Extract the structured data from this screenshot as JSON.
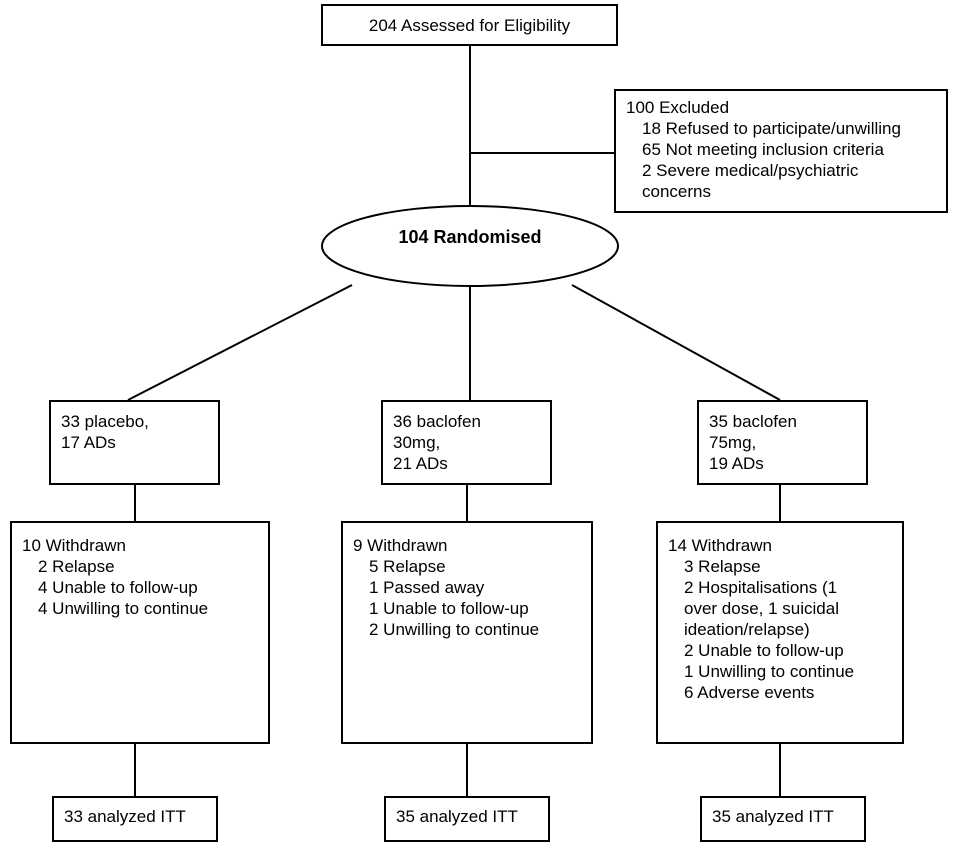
{
  "assessed": {
    "label": "204 Assessed for Eligibility"
  },
  "excluded": {
    "title": "100 Excluded",
    "items": [
      "18 Refused to participate/unwilling",
      "65 Not meeting inclusion criteria",
      "2 Severe medical/psychiatric",
      "concerns"
    ]
  },
  "randomised": {
    "label": "104 Randomised"
  },
  "arms": [
    {
      "group": [
        "33 placebo,",
        "17 ADs"
      ],
      "withdrawn_title": "10 Withdrawn",
      "withdrawn_items": [
        "2 Relapse",
        "4 Unable to follow-up",
        "4 Unwilling to continue"
      ],
      "analyzed": "33 analyzed ITT"
    },
    {
      "group": [
        "36 baclofen",
        "30mg,",
        "21 ADs"
      ],
      "withdrawn_title": "9 Withdrawn",
      "withdrawn_items": [
        "5 Relapse",
        "1 Passed away",
        "1 Unable to follow-up",
        "2 Unwilling to continue"
      ],
      "analyzed": "35 analyzed ITT"
    },
    {
      "group": [
        "35 baclofen",
        "75mg,",
        "19 ADs"
      ],
      "withdrawn_title": "14 Withdrawn",
      "withdrawn_items": [
        "3 Relapse",
        "2 Hospitalisations (1",
        "over dose, 1 suicidal",
        "ideation/relapse)",
        "2 Unable to follow-up",
        "1 Unwilling to continue",
        "6 Adverse events"
      ],
      "analyzed": "35 analyzed ITT"
    }
  ]
}
